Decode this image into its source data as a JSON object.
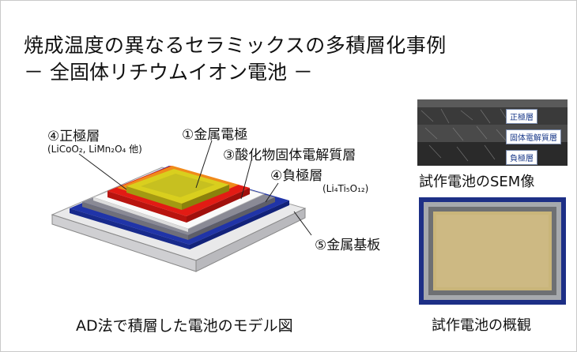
{
  "title": "焼成温度の異なるセラミックスの多積層化事例",
  "subtitle": "－ 全固体リチウムイオン電池 －",
  "labels": {
    "positive_layer": "④正極層",
    "positive_material": "(LiCoO₂, LiMn₂O₄ 他)",
    "metal_electrode": "①金属電極",
    "electrolyte_layer": "③酸化物固体電解質層",
    "negative_layer": "④負極層",
    "negative_material": "(Li₄Ti₅O₁₂)",
    "metal_substrate": "⑤金属基板"
  },
  "sem": {
    "tag_positive": "正極層",
    "tag_electrolyte": "固体電解質層",
    "tag_negative": "負極層"
  },
  "captions": {
    "model": "AD法で積層した電池のモデル図",
    "sem": "試作電池のSEM像",
    "overview": "試作電池の概観"
  }
}
